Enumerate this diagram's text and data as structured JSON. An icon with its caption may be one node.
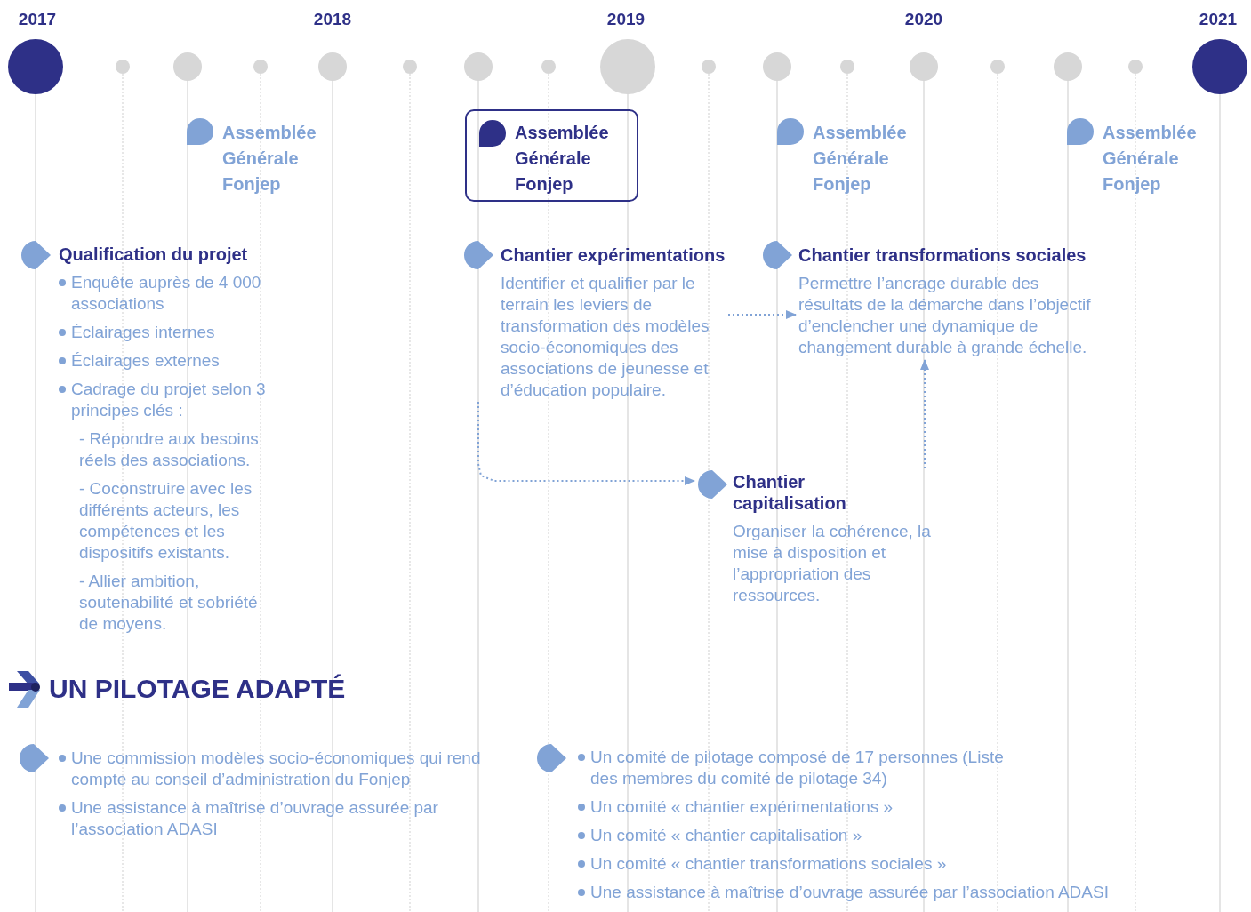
{
  "diagram": {
    "nodes": [
      {
        "text": [
          "Assemblée Générale Fonjep"
        ]
      },
      {
        "text": [
          "Assemblée Générale Fonjep"
        ]
      },
      {
        "text": [
          "Assemblée Générale Fonjep"
        ]
      },
      {
        "text": [
          "Assemblée Générale Fonjep"
        ]
      },
      {
        "text": [
          "Qualification du projet",
          "Enquête auprès de 4 000 associations",
          "Éclairages internes",
          "Éclairages externes",
          "Cadrage du projet selon 3 principes clés :",
          "- Répondre aux besoins réels des associations.",
          "- Coconstruire avec les différents acteurs, les compétences et les dispositifs existants.",
          "- Allier ambition, soutenabilité et sobriété de moyens."
        ]
      },
      {
        "text": [
          "Chantier expérimentations",
          "Identifier et qualifier par le terrain les leviers de transformation des modèles socio-économiques des associations de jeunesse et d’éducation populaire."
        ]
      },
      {
        "text": [
          "Chantier transformations sociales",
          "Permettre l’ancrage durable des résultats de la démarche dans l’objectif d’enclencher une dynamique de changement durable à grande échelle."
        ]
      },
      {
        "text": [
          "Chantier capitalisation",
          "Organiser la cohérence, la mise à disposition et l’appropriation des ressources."
        ]
      },
      {
        "text": [
          "Une commission modèles socio-économiques qui rend compte au conseil d’administration du Fonjep",
          "Une assistance à maîtrise d’ouvrage assurée par l’association ADASI"
        ]
      },
      {
        "text": [
          "Un comité de pilotage composé de 17 personnes (Liste des membres du comité de pilotage 34)",
          "Un comité « chantier expérimentations »",
          "Un comité « chantier capitalisation »",
          "Un comité « chantier transformations sociales »",
          "Une assistance à maîtrise d’ouvrage assurée par l’association ADASI"
        ]
      }
    ],
    "edges": [
      {
        "from": 5,
        "to": 6,
        "arrow": "to",
        "style": "dashed"
      },
      {
        "from": 5,
        "to": 7,
        "arrow": "to",
        "style": "dashed"
      },
      {
        "from": 7,
        "to": 6,
        "arrow": "to",
        "style": "dashed"
      }
    ],
    "labels": [
      "2017",
      "2018",
      "2019",
      "2020",
      "2021",
      "UN PILOTAGE ADAPTÉ"
    ]
  }
}
